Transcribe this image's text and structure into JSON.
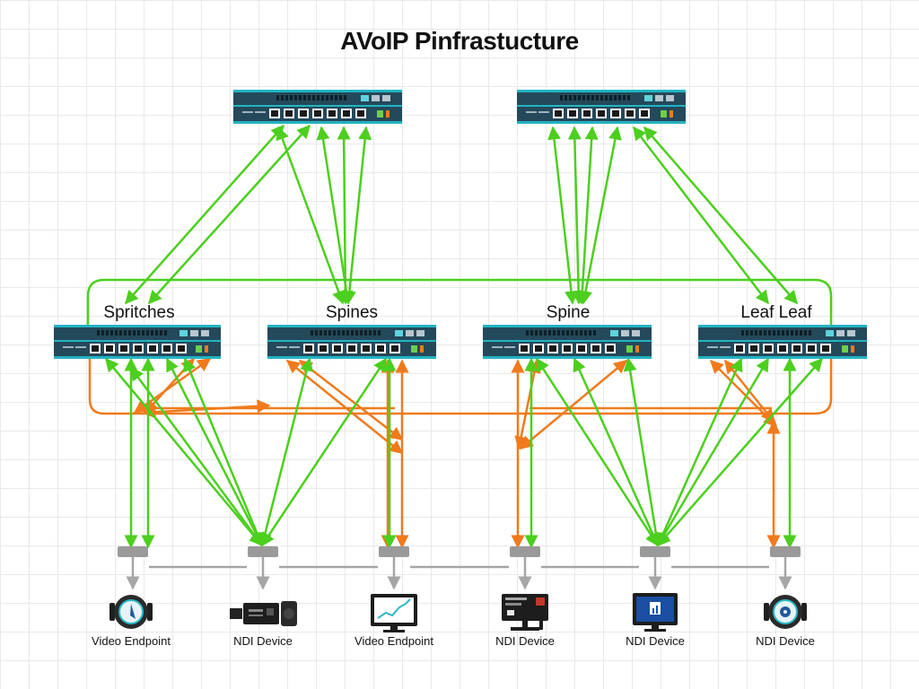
{
  "title": "AVoIP Pinfrastucture",
  "leaves": [
    {
      "label": "Spritches"
    },
    {
      "label": "Spines"
    },
    {
      "label": "Spine"
    },
    {
      "label": "Leaf Leaf"
    }
  ],
  "devices": [
    {
      "label": "Video Endpoint",
      "icon": "camera-icon"
    },
    {
      "label": "NDI Device",
      "icon": "ndi-box-icon"
    },
    {
      "label": "Video Endpoint",
      "icon": "monitor-chart-icon"
    },
    {
      "label": "NDI Device",
      "icon": "ndi-workstation-icon"
    },
    {
      "label": "NDI Device",
      "icon": "display-icon"
    },
    {
      "label": "NDI Device",
      "icon": "speaker-icon"
    }
  ],
  "colors": {
    "green_link": "#4ccf1e",
    "orange_link": "#f07a1c",
    "gray_link": "#a6a6a6",
    "switch_body": "#24495a",
    "switch_accent": "#23b3c2"
  }
}
